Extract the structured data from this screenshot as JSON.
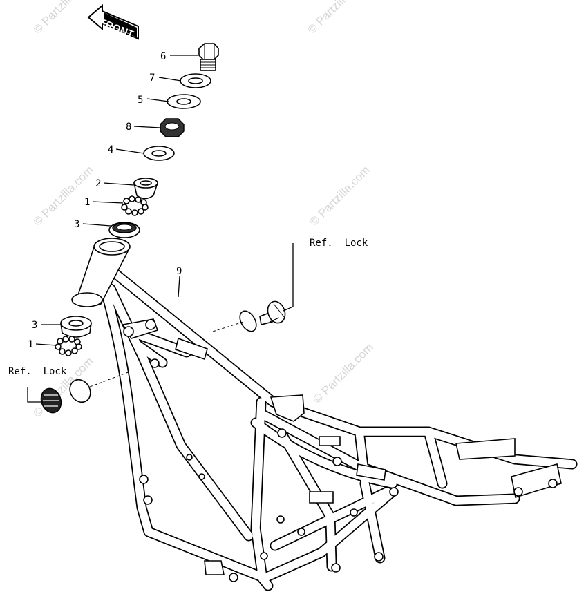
{
  "diagram": {
    "direction_arrow": "FRONT",
    "watermark": "© Partzilla.com",
    "callouts": [
      {
        "id": "c6",
        "text": "6"
      },
      {
        "id": "c7",
        "text": "7"
      },
      {
        "id": "c5",
        "text": "5"
      },
      {
        "id": "c8",
        "text": "8"
      },
      {
        "id": "c4",
        "text": "4"
      },
      {
        "id": "c2",
        "text": "2"
      },
      {
        "id": "c1a",
        "text": "1"
      },
      {
        "id": "c3a",
        "text": "3"
      },
      {
        "id": "c9",
        "text": "9"
      },
      {
        "id": "c3b",
        "text": "3"
      },
      {
        "id": "c1b",
        "text": "1"
      }
    ],
    "references": [
      {
        "id": "ref-lock-right",
        "text": "Ref.  Lock"
      },
      {
        "id": "ref-lock-left",
        "text": "Ref.  Lock"
      }
    ]
  }
}
